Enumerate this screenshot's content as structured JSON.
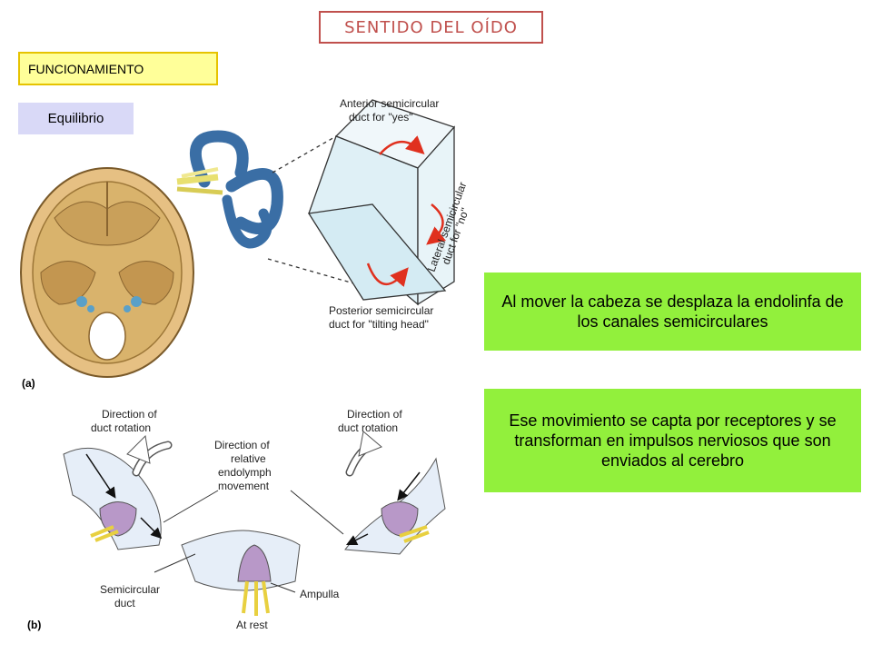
{
  "title": "SENTIDO DEL OÍDO",
  "section": "FUNCIONAMIENTO",
  "subsection": "Equilibrio",
  "text_boxes": [
    "Al mover la cabeza se desplaza la endolinfa de los canales semicirculares",
    "Ese movimiento se capta por receptores y se transforman en impulsos nerviosos que son enviados al cerebro"
  ],
  "figure": {
    "panel_a": "(a)",
    "panel_b": "(b)",
    "anterior": [
      "Anterior semicircular",
      "duct for \"yes\""
    ],
    "lateral": [
      "Lateral semicircular",
      "duct for \"no\""
    ],
    "posterior": [
      "Posterior semicircular",
      "duct for \"tilting head\""
    ],
    "direction_left": [
      "Direction of",
      "duct rotation"
    ],
    "direction_right": [
      "Direction of",
      "duct rotation"
    ],
    "endolymph": [
      "Direction of",
      "relative",
      "endolymph",
      "movement"
    ],
    "semicircular_duct": [
      "Semicircular",
      "duct"
    ],
    "ampulla": "Ampulla",
    "at_rest": "At rest"
  },
  "colors": {
    "title": "#c0504d",
    "func_bg": "#ffff99",
    "eq_bg": "#d9d9f7",
    "green": "#92f03c",
    "arrow_red": "#e0301e",
    "canal_blue": "#3a6ea5",
    "skull": "#d9b36c"
  }
}
